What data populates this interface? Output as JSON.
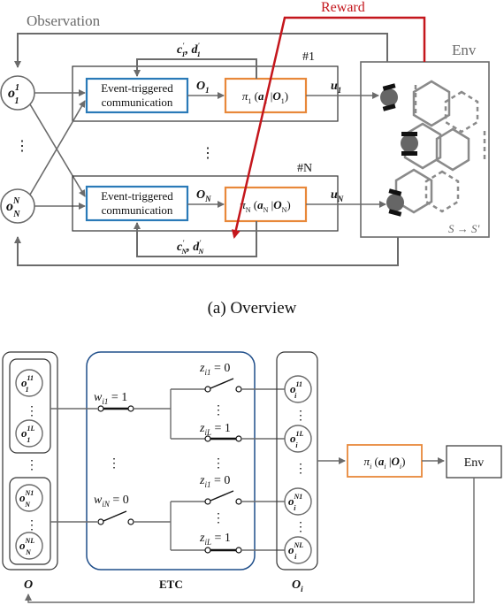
{
  "overview": {
    "observation_label": "Observation",
    "reward_label": "Reward",
    "env_label": "Env",
    "agent1_tag": "#1",
    "agentN_tag": "#N",
    "etc_label_line1": "Event-triggered",
    "etc_label_line2": "communication",
    "obs1_sym": "o",
    "obs1_sup": "1",
    "obs1_sub": "1",
    "obsN_sym": "o",
    "obsN_sup": "N",
    "obsN_sub": "N",
    "O1_sym": "O",
    "O1_sub": "1",
    "ON_sym": "O",
    "ON_sub": "N",
    "pi1_pi": "π",
    "pi1_sub": "1",
    "pi1_a": "a",
    "pi1_asub": "1",
    "pi1_O": "O",
    "pi1_Osub": "1",
    "piN_pi": "π",
    "piN_sub": "N",
    "piN_a": "a",
    "piN_asub": "N",
    "piN_O": "O",
    "piN_Osub": "N",
    "u1_sym": "u",
    "u1_sub": "1",
    "uN_sym": "u",
    "uN_sub": "N",
    "cd1_c": "c",
    "cd1_sep": ", ",
    "cd1_d": "d",
    "cd1_prime": "'",
    "cd1_sub": "1",
    "cdN_c": "c",
    "cdN_sep": ", ",
    "cdN_d": "d",
    "cdN_prime": "'",
    "cdN_sub": "N",
    "state_S": "S",
    "state_arrow": "→",
    "state_Sp": "S'",
    "caption": "(a)  Overview"
  },
  "etc_detail": {
    "o11_sym": "o",
    "o11_sup": "11",
    "o11_sub": "1",
    "o1L_sym": "o",
    "o1L_sup": "1L",
    "o1L_sub": "1",
    "oN1_sym": "o",
    "oN1_sup": "N1",
    "oN1_sub": "N",
    "oNL_sym": "o",
    "oNL_sup": "NL",
    "oNL_sub": "N",
    "w1_w": "w",
    "w1_sub": "i1",
    "w1_val": " = 1",
    "wN_w": "w",
    "wN_sub": "iN",
    "wN_val": " = 0",
    "z_a_z": "z",
    "z_a_sub": "i1",
    "z_a_val": " = 0",
    "z_b_z": "z",
    "z_b_sub": "iL",
    "z_b_val": " = 1",
    "z_c_z": "z",
    "z_c_sub": "i1",
    "z_c_val": " = 0",
    "z_d_z": "z",
    "z_d_sub": "iL",
    "z_d_val": " = 1",
    "oi1_sym": "o",
    "oi1_sup": "11",
    "oi1_sub": "i",
    "oiL_sym": "o",
    "oiL_sup": "1L",
    "oiL_sub": "i",
    "oiN1_sym": "o",
    "oiN1_sup": "N1",
    "oiN1_sub": "i",
    "oiNL_sym": "o",
    "oiNL_sup": "NL",
    "oiNL_sub": "i",
    "pi_pi": "π",
    "pi_sub": "i",
    "pi_a": "a",
    "pi_asub": "i",
    "pi_O": "O",
    "pi_Osub": "i",
    "env_label": "Env",
    "O_label": "O",
    "ETC_label": "ETC",
    "Oi_sym": "O",
    "Oi_sub": "i"
  },
  "colors": {
    "etc_box": "#2a7ab8",
    "policy_box": "#e8883a",
    "reward": "#c4161c",
    "structure": "#6b6b6b",
    "etc_region": "#1f4e8a"
  }
}
